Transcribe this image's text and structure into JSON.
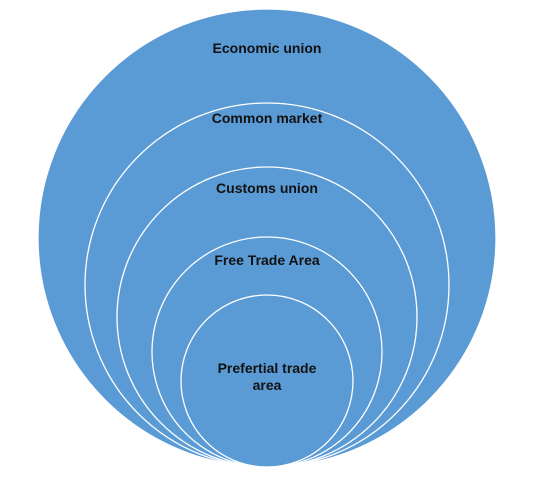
{
  "diagram": {
    "fill_color": "#5b9bd5",
    "edge_color": "#ffffff",
    "text_color": "#111111",
    "levels": [
      {
        "label": "Economic union"
      },
      {
        "label": "Common market"
      },
      {
        "label": "Customs union"
      },
      {
        "label": "Free Trade Area"
      },
      {
        "label": "Prefertial trade\narea"
      }
    ]
  }
}
